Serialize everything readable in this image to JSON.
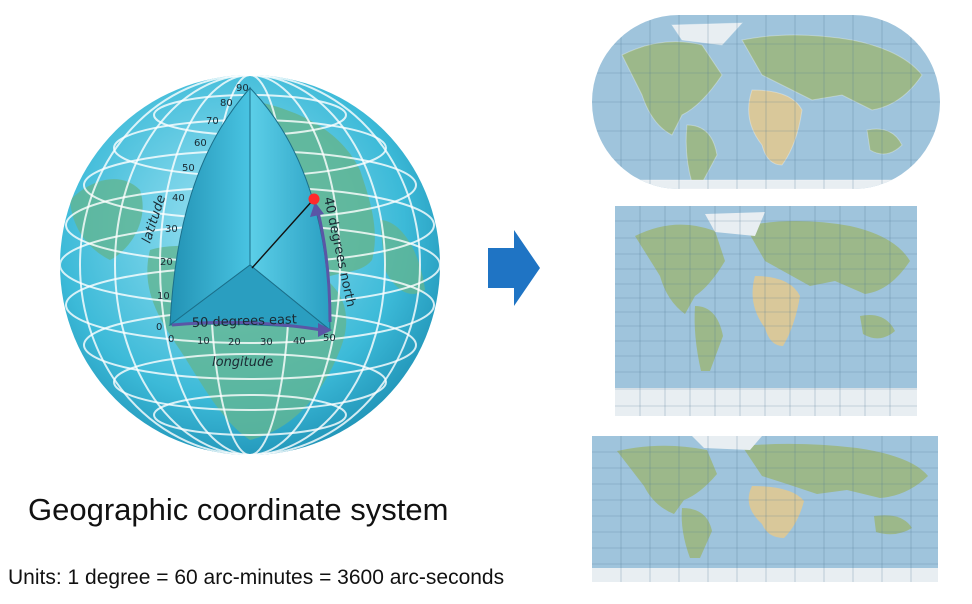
{
  "globe": {
    "latitude_ticks": [
      "0",
      "10",
      "20",
      "30",
      "40",
      "50",
      "60",
      "70",
      "80",
      "90"
    ],
    "longitude_ticks": [
      "0",
      "10",
      "20",
      "30",
      "40",
      "50"
    ],
    "latitude_label": "latitude",
    "longitude_label": "longitude",
    "east_label": "50 degrees east",
    "north_label": "40 degrees north"
  },
  "caption": "Geographic coordinate system",
  "units": "Units: 1 degree = 60 arc-minutes = 3600 arc-seconds",
  "colors": {
    "ocean": "#7fc8e6",
    "globe": "#35b6d6",
    "land": "#5aa98a",
    "wedge": "#2aa3c4",
    "arrow": "#1f74c4",
    "point": "#ff2a2a",
    "arc": "#5a56a6"
  },
  "maps": [
    "robinson-map",
    "mercator-map",
    "plate-carree-map"
  ]
}
